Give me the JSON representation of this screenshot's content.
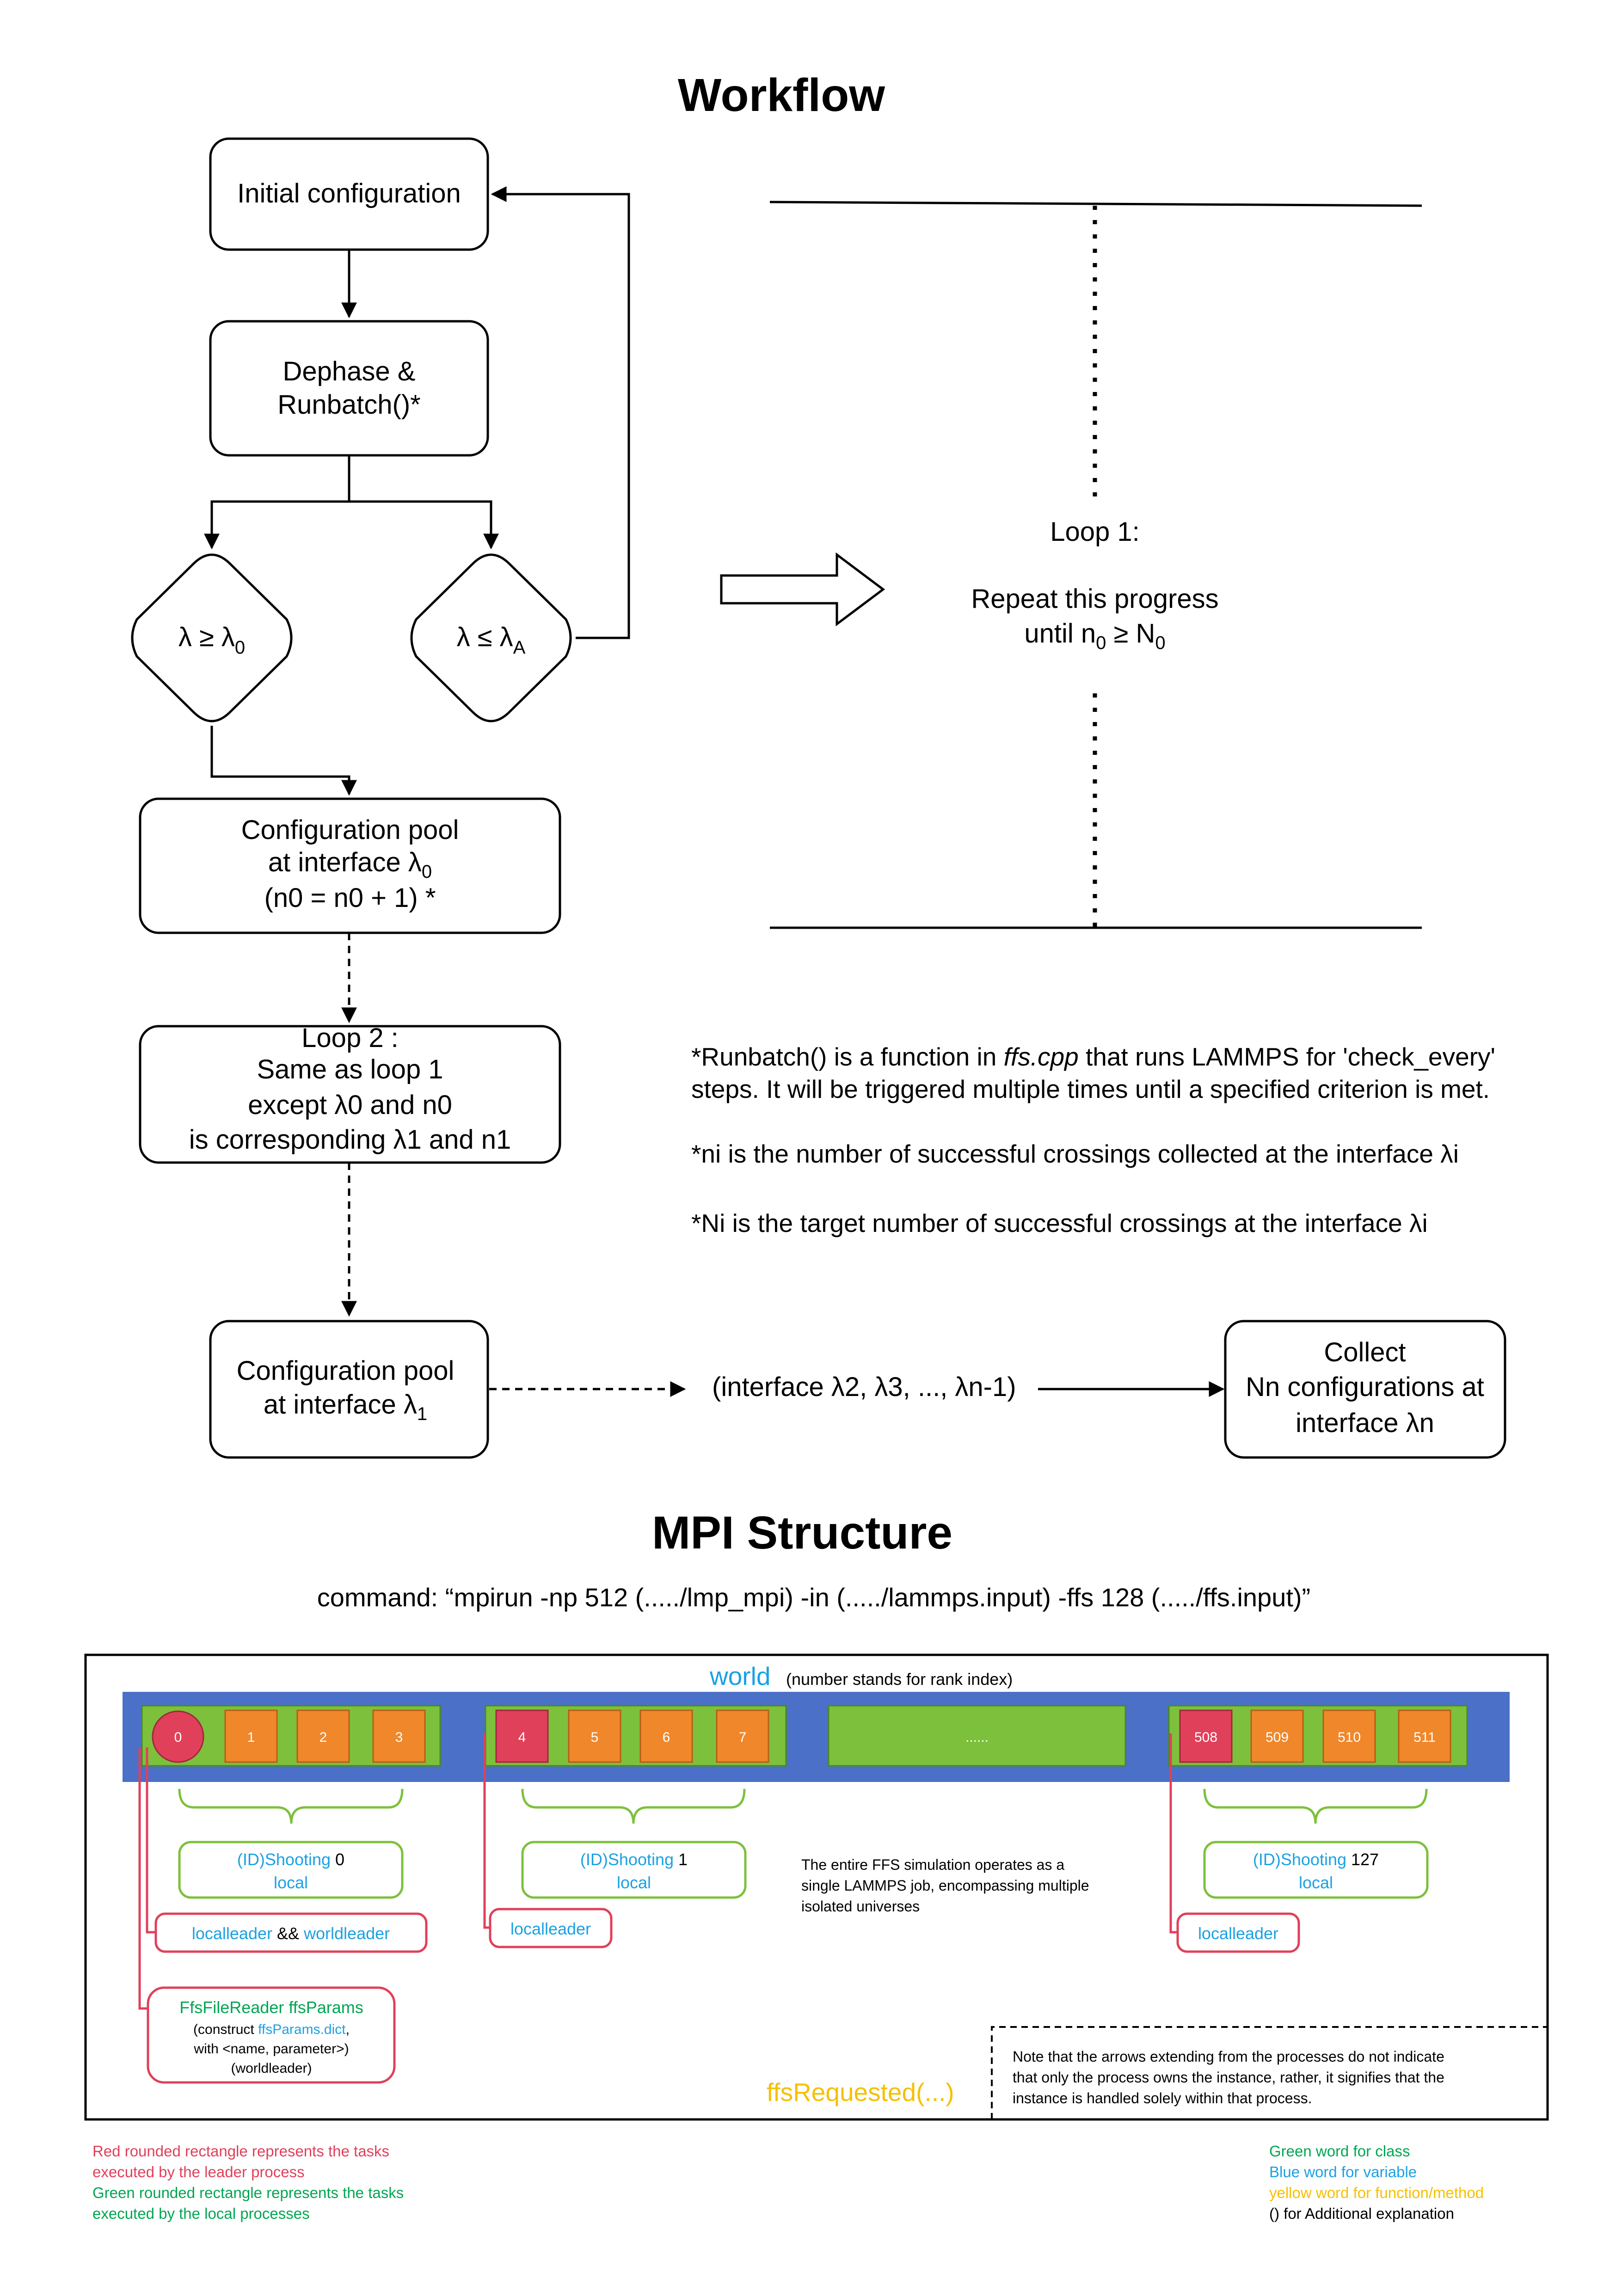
{
  "workflow": {
    "title": "Workflow",
    "initial_config": "Initial configuration",
    "dephase": [
      "Dephase &",
      "Runbatch()*"
    ],
    "diamond_left": {
      "base": "λ ≥ λ",
      "sub": "0"
    },
    "diamond_right": {
      "base": "λ ≤ λ",
      "sub": "A"
    },
    "loop1": {
      "title": "Loop 1:",
      "line1": "Repeat this progress",
      "line2_pre": "until n",
      "line2_sub1": "0",
      "line2_mid": " ≥ N",
      "line2_sub2": "0"
    },
    "pool0": {
      "line1": "Configuration pool",
      "line2": "at interface  λ",
      "line2_sub": "0",
      "line3": "(n0 = n0 + 1) *"
    },
    "loop2": {
      "line1": "Loop 2 :",
      "line2": "Same as loop 1",
      "line3": "except λ0 and n0",
      "line4": "is corresponding λ1 and n1"
    },
    "notes": {
      "runbatch_a": "*Runbatch() is a function in ",
      "runbatch_file": "ffs.cpp",
      "runbatch_b": " that runs LAMMPS for 'check_every'",
      "runbatch_c": "steps. It will be triggered multiple times until a specified criterion is met.",
      "ni": "*ni is the number of successful crossings collected at the interface λi",
      "Ni": "*Ni is the target number of successful crossings at the interface λi"
    },
    "pool1": {
      "line1": "Configuration pool",
      "line2": "at interface  λ",
      "line2_sub": "1"
    },
    "interfaces": "(interface λ2, λ3, ..., λn-1)",
    "collect": {
      "line1": "Collect",
      "line2": "Nn configurations at",
      "line3": "interface λn"
    }
  },
  "mpi": {
    "title": "MPI Structure",
    "command": "command: “mpirun -np 512 (...../lmp_mpi) -in (...../lammps.input) -ffs 128 (...../ffs.input)”",
    "world_label": "world",
    "world_note": "(number stands for rank index)",
    "groups": [
      {
        "ranks": [
          "0",
          "1",
          "2",
          "3"
        ]
      },
      {
        "ranks": [
          "4",
          "5",
          "6",
          "7"
        ]
      },
      {
        "ranks": [
          "509",
          "510",
          "511"
        ],
        "leader": "508"
      }
    ],
    "ellipsis": "......",
    "shooting": [
      {
        "label": "(ID)Shooting",
        "id": "0",
        "sub": "local"
      },
      {
        "label": "(ID)Shooting",
        "id": "1",
        "sub": "local"
      },
      {
        "label": "(ID)Shooting",
        "id": "127",
        "sub": "local"
      }
    ],
    "entire_note": [
      "The entire FFS simulation operates as a",
      "single LAMMPS job, encompassing multiple",
      "isolated universes"
    ],
    "localleader": "localleader",
    "and": " && ",
    "worldleader": "worldleader",
    "ffs_reader": {
      "cls": "FfsFileReader",
      "var": "ffsParams",
      "l2a": "(construct ",
      "l2b": "ffsParams.dict",
      "l2c": ",",
      "l3": "with <name, parameter>)",
      "l4": "(worldleader)"
    },
    "ffs_requested": "ffsRequested(...)",
    "arrow_note": [
      "Note that the arrows extending from the processes do not indicate",
      "that only the process owns the instance, rather, it signifies that the",
      "instance is handled solely within that process."
    ]
  },
  "legend": {
    "red": [
      "Red rounded rectangle represents the tasks",
      "executed by the leader process"
    ],
    "green": [
      "Green rounded rectangle represents the tasks",
      "executed by the local processes"
    ],
    "right": [
      "Green word for class",
      "Blue word for variable",
      "yellow word for function/method",
      "() for Additional explanation"
    ]
  },
  "colors": {
    "blue": "#1ba1e2",
    "green": "#00a651",
    "yellow": "#f5c000",
    "red": "#e0405a",
    "orange": "#f0872a",
    "leaf": "#7dc03c",
    "world_bar": "#4a70c8"
  }
}
